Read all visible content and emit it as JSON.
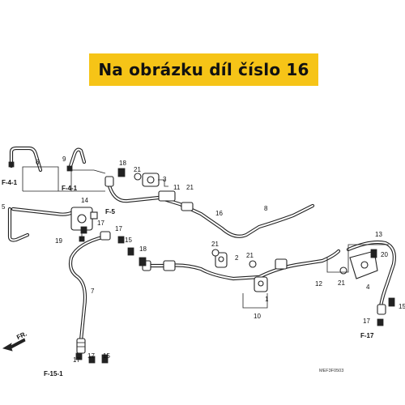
{
  "banner": {
    "text": "Na obrázku díl číslo 16"
  },
  "diagram": {
    "part_numbers": [
      "1",
      "2",
      "3",
      "4",
      "5",
      "6",
      "7",
      "8",
      "9",
      "10",
      "11",
      "12",
      "13",
      "14",
      "15",
      "16",
      "17",
      "18",
      "19",
      "20",
      "21"
    ],
    "references": [
      "F-4-1",
      "F-4-1",
      "F-5",
      "F-15-1",
      "F-17",
      "FR."
    ],
    "drawing_code": "MEF3F0503"
  }
}
